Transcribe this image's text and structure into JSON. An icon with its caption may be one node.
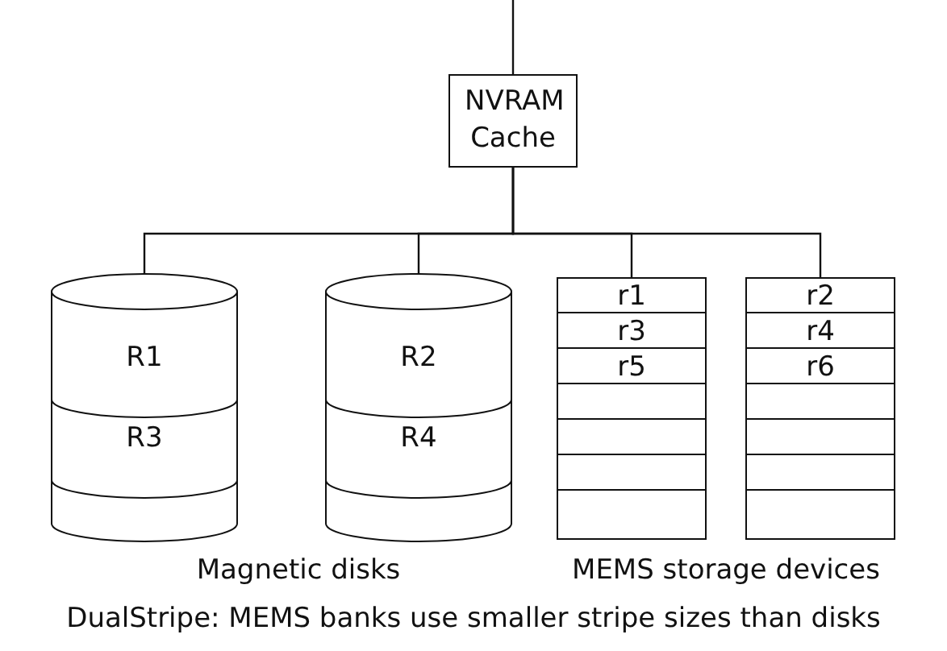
{
  "diagram": {
    "caption": "DualStripe: MEMS banks use smaller stripe sizes than disks",
    "nodes": [
      {
        "text": [
          "NVRAM Cache"
        ]
      },
      {
        "text": [
          "R1",
          "R3"
        ]
      },
      {
        "text": [
          "R2",
          "R4"
        ]
      },
      {
        "text": [
          "r1",
          "r3",
          "r5"
        ]
      },
      {
        "text": [
          "r2",
          "r4",
          "r6"
        ]
      }
    ],
    "edges": [
      {
        "from": null,
        "to": 0,
        "arrow": "none"
      },
      {
        "from": 0,
        "to": 1,
        "arrow": "none"
      },
      {
        "from": 0,
        "to": 2,
        "arrow": "none"
      },
      {
        "from": 0,
        "to": 3,
        "arrow": "none"
      },
      {
        "from": 0,
        "to": 4,
        "arrow": "none"
      }
    ],
    "labels": [
      "Magnetic disks",
      "MEMS storage devices"
    ]
  }
}
